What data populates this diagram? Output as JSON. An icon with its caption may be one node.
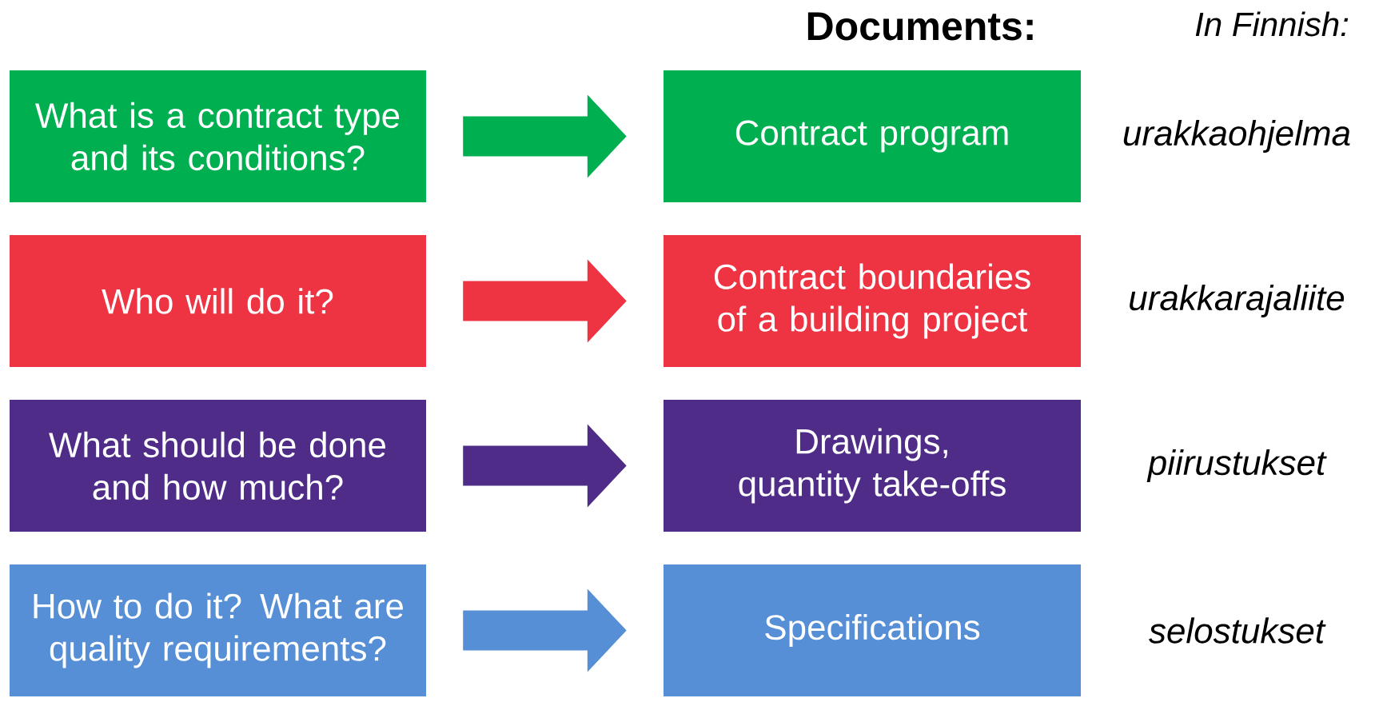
{
  "diagram": {
    "nodes": [
      {
        "text": [
          "What is a contract type and its conditions?"
        ]
      },
      {
        "text": [
          "Contract program"
        ],
        "beside": [
          "urakkaohjelma"
        ]
      },
      {
        "text": [
          "Who will do it?"
        ]
      },
      {
        "text": [
          "Contract boundaries of a building project"
        ],
        "beside": [
          "urakkarajaliite"
        ]
      },
      {
        "text": [
          "What should be done and how much?"
        ]
      },
      {
        "text": [
          "Drawings, quantity take-offs"
        ],
        "beside": [
          "piirustukset"
        ]
      },
      {
        "text": [
          "How to do it? What are quality requirements?"
        ]
      },
      {
        "text": [
          "Specifications"
        ],
        "beside": [
          "selostukset"
        ]
      }
    ],
    "edges": [
      {
        "from": 0,
        "to": 1,
        "arrow": "to",
        "color": "#00b050"
      },
      {
        "from": 2,
        "to": 3,
        "arrow": "to",
        "color": "#ee3342"
      },
      {
        "from": 4,
        "to": 5,
        "arrow": "to",
        "color": "#4f2c88"
      },
      {
        "from": 6,
        "to": 7,
        "arrow": "to",
        "color": "#568fd6"
      }
    ],
    "labels": [
      "Documents:",
      "In Finnish:"
    ]
  }
}
